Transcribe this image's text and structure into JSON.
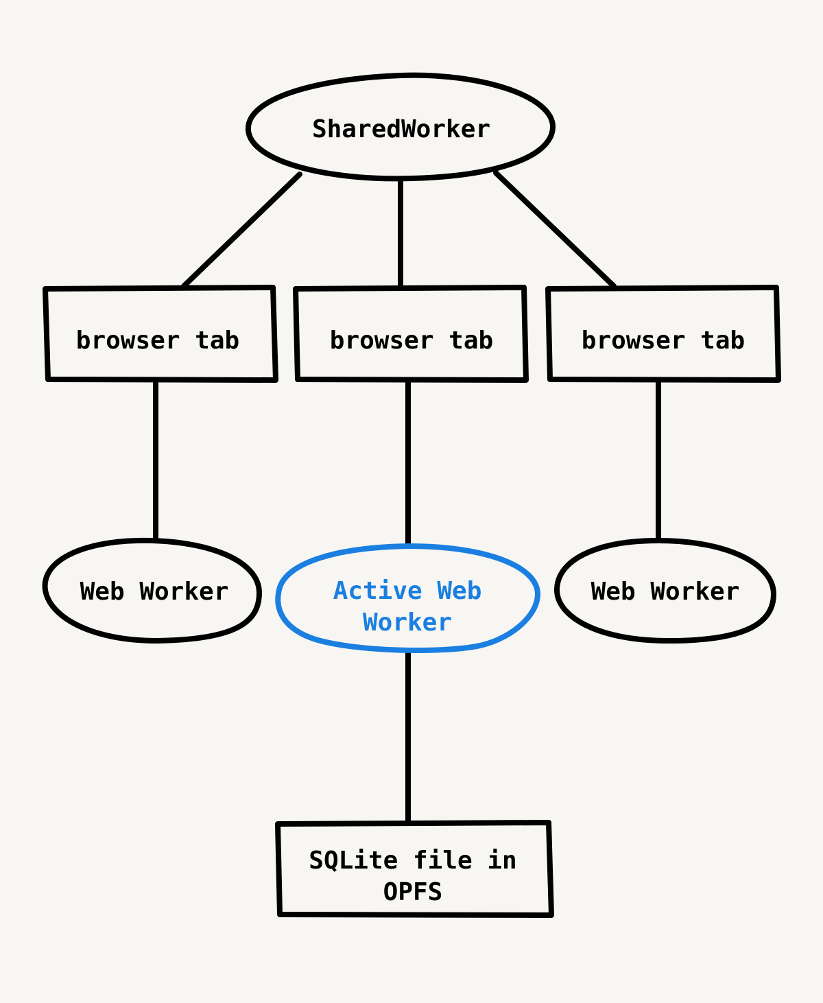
{
  "colors": {
    "background": "#f7f6f2",
    "stroke": "#000000",
    "highlight": "#1a7fe0"
  },
  "nodes": {
    "shared_worker": {
      "label": "SharedWorker",
      "shape": "ellipse"
    },
    "tab_left": {
      "label": "browser tab",
      "shape": "rectangle"
    },
    "tab_middle": {
      "label": "browser tab",
      "shape": "rectangle"
    },
    "tab_right": {
      "label": "browser tab",
      "shape": "rectangle"
    },
    "worker_left": {
      "label": "Web Worker",
      "shape": "ellipse"
    },
    "worker_active": {
      "label_line1": "Active Web",
      "label_line2": "Worker",
      "shape": "ellipse",
      "highlighted": true
    },
    "worker_right": {
      "label": "Web Worker",
      "shape": "ellipse"
    },
    "sqlite_file": {
      "label_line1": "SQLite file in",
      "label_line2": "OPFS",
      "shape": "rectangle"
    }
  },
  "edges": [
    {
      "from": "shared_worker",
      "to": "tab_left"
    },
    {
      "from": "shared_worker",
      "to": "tab_middle"
    },
    {
      "from": "shared_worker",
      "to": "tab_right"
    },
    {
      "from": "tab_left",
      "to": "worker_left"
    },
    {
      "from": "tab_middle",
      "to": "worker_active"
    },
    {
      "from": "tab_right",
      "to": "worker_right"
    },
    {
      "from": "worker_active",
      "to": "sqlite_file"
    }
  ]
}
